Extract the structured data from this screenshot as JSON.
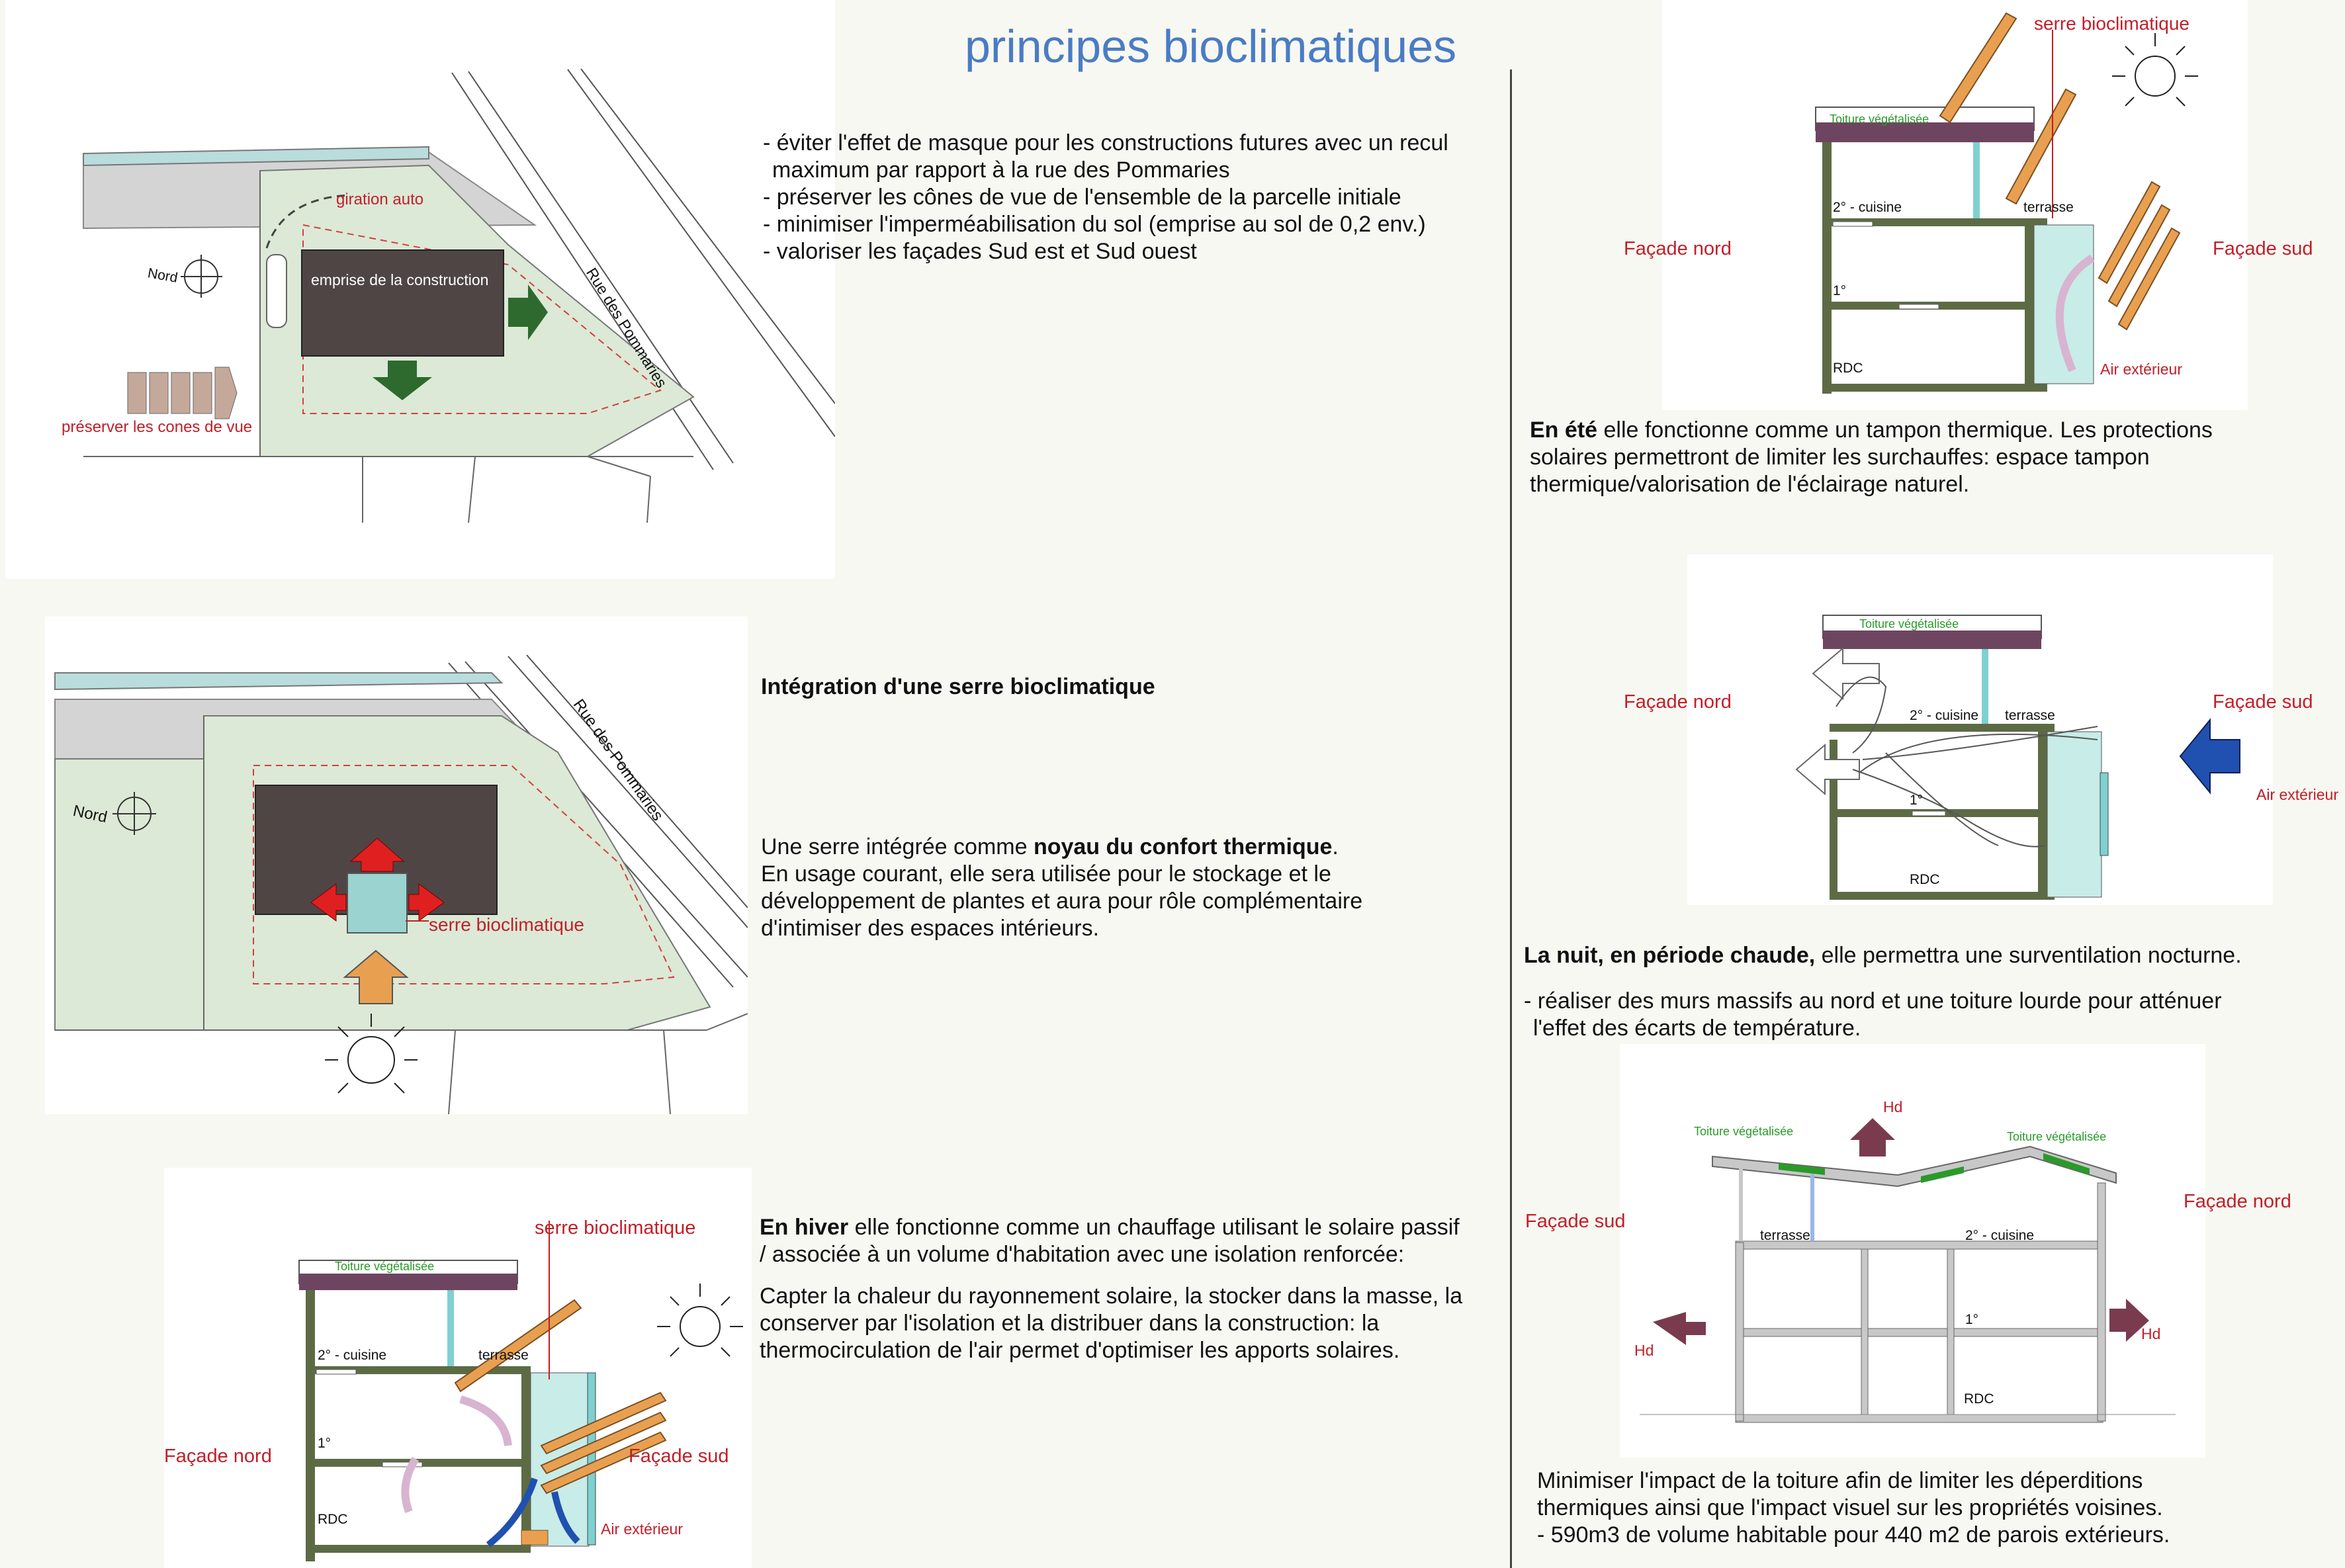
{
  "title": "principes bioclimatiques",
  "intro": {
    "lines": [
      "- éviter l'effet de masque pour les constructions futures avec un recul",
      "  maximum par rapport à la rue des Pommaries",
      "- préserver les cônes de vue de l'ensemble de la parcelle initiale",
      "- minimiser l'imperméabilisation  du sol (emprise au sol  de 0,2 env.)",
      "- valoriser les façades Sud est et Sud ouest"
    ]
  },
  "plan1": {
    "giration": "giration auto",
    "emprise": "emprise de la construction",
    "nord": "Nord",
    "cones": "préserver les cones de vue",
    "rue": "Rue des Pommaries"
  },
  "plan2": {
    "serre": "serre bioclimatique",
    "nord": "Nord",
    "rue": "Rue des Pommaries"
  },
  "serre_section": {
    "heading": "Intégration d'une serre  bioclimatique",
    "p1_prefix": "Une serre intégrée comme ",
    "p1_bold": "noyau du confort thermique",
    "p1_suffix": ".",
    "lines": [
      "En usage courant, elle sera utilisée pour le stockage et le",
      "développement de plantes et aura pour rôle complémentaire",
      "d'intimiser  des espaces intérieurs."
    ]
  },
  "hiver": {
    "bold": "En hiver",
    "line1": " elle fonctionne comme un chauffage utilisant le solaire passif",
    "line2": " / associée à un volume d'habitation avec une  isolation renforcée:",
    "lines": [
      "Capter la chaleur du rayonnement solaire, la stocker dans la masse, la",
      "conserver par l'isolation et la distribuer dans la construction: la",
      "thermocirculation  de l'air permet d'optimiser les apports solaires."
    ]
  },
  "ete": {
    "bold": "En été",
    "line1": " elle fonctionne comme un tampon thermique. Les protections",
    "lines": [
      "solaires permettront de limiter les surchauffes: espace tampon",
      "thermique/valorisation  de l'éclairage naturel."
    ]
  },
  "nuit": {
    "bold": "La nuit, en période chaude,",
    "line1": "  elle permettra une surventilation nocturne.",
    "lines": [
      "- réaliser des murs massifs au nord et une toiture lourde pour atténuer",
      "  l'effet des écarts de température."
    ]
  },
  "toiture": {
    "lines": [
      "Minimiser l'impact de la toiture afin de limiter les déperditions",
      "thermiques ainsi que l'impact visuel sur les propriétés voisines.",
      "- 590m3 de volume habitable  pour 440 m2 de parois extérieurs."
    ]
  },
  "diagram_labels": {
    "toiture": "Toiture végétalisée",
    "serre": "serre bioclimatique",
    "cuisine": "2° - cuisine",
    "terrasse": "terrasse",
    "premier": "1°",
    "rdc": "RDC",
    "facade_nord": "Façade nord",
    "facade_sud": "Façade sud",
    "air_ext": "Air extérieur",
    "hd": "Hd"
  }
}
